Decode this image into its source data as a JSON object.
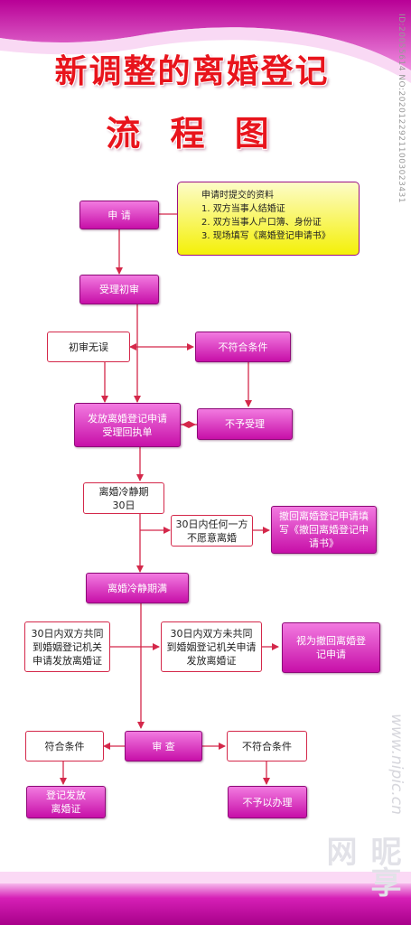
{
  "title": {
    "line1": "新调整的离婚登记",
    "line2": "流 程 图"
  },
  "side_id": "ID:20055614 NO:20201229211003023431",
  "watermark": {
    "url": "www.nipic.cn",
    "logo": "昵享网"
  },
  "nodes": {
    "apply": "申  请",
    "materials_title": "申请时提交的资料",
    "materials": [
      "1. 双方当事人结婚证",
      "2. 双方当事人户口簿、身份证",
      "3. 现场填写《离婚登记申请书》"
    ],
    "accept": "受理初审",
    "first_ok": "初审无误",
    "not_eligible": "不符合条件",
    "issue_receipt": "发放离婚登记申请受理回执单",
    "reject": "不予受理",
    "cooling": "离婚冷静期30日",
    "unwilling": "30日内任何一方不愿意离婚",
    "withdraw": "撤回离婚登记申请填写《撤回离婚登记申请书》",
    "cooling_end": "离婚冷静期满",
    "both_apply": "30日内双方共同到婚姻登记机关申请发放离婚证",
    "not_both": "30日内双方未共同到婚姻登记机关申请发放离婚证",
    "deemed_withdraw": "视为撤回离婚登记申请",
    "review": "审  查",
    "meets": "符合条件",
    "not_meets": "不符合条件",
    "register": "登记发放离婚证",
    "refuse": "不予以办理"
  },
  "colors": {
    "title": "#e8141c",
    "arrow": "#d4284a",
    "pink_top": "#f27ae0",
    "pink_bottom": "#c70fa8",
    "yellow": "#f4f007",
    "band": "#c40aa4"
  }
}
